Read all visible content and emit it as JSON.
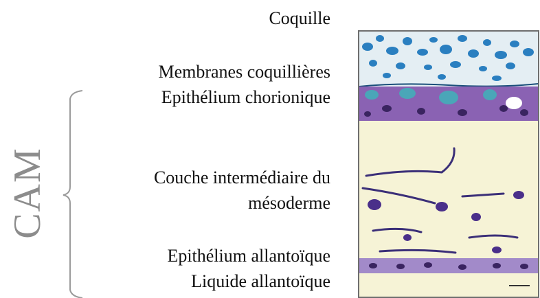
{
  "labels": {
    "shell": "Coquille",
    "shell_membranes": "Membranes coquillières",
    "chorionic_epithelium": "Epithélium chorionique",
    "mesoderm_line1": "Couche intermédiaire du",
    "mesoderm_line2": "mésoderme",
    "allantoic_epithelium": "Epithélium allantoïque",
    "allantoic_fluid": "Liquide allantoïque"
  },
  "cam_label": "CAM",
  "colors": {
    "text": "#111111",
    "cam_text": "#8c8c8c",
    "brace": "#9a9a9a",
    "frame": "#6e6e6e",
    "background_tissue": "#f6f3d6",
    "shell_stain": "#2a7fc0",
    "epithelium_stain": "#7a4fa0",
    "nuclei": "#3a2460"
  }
}
